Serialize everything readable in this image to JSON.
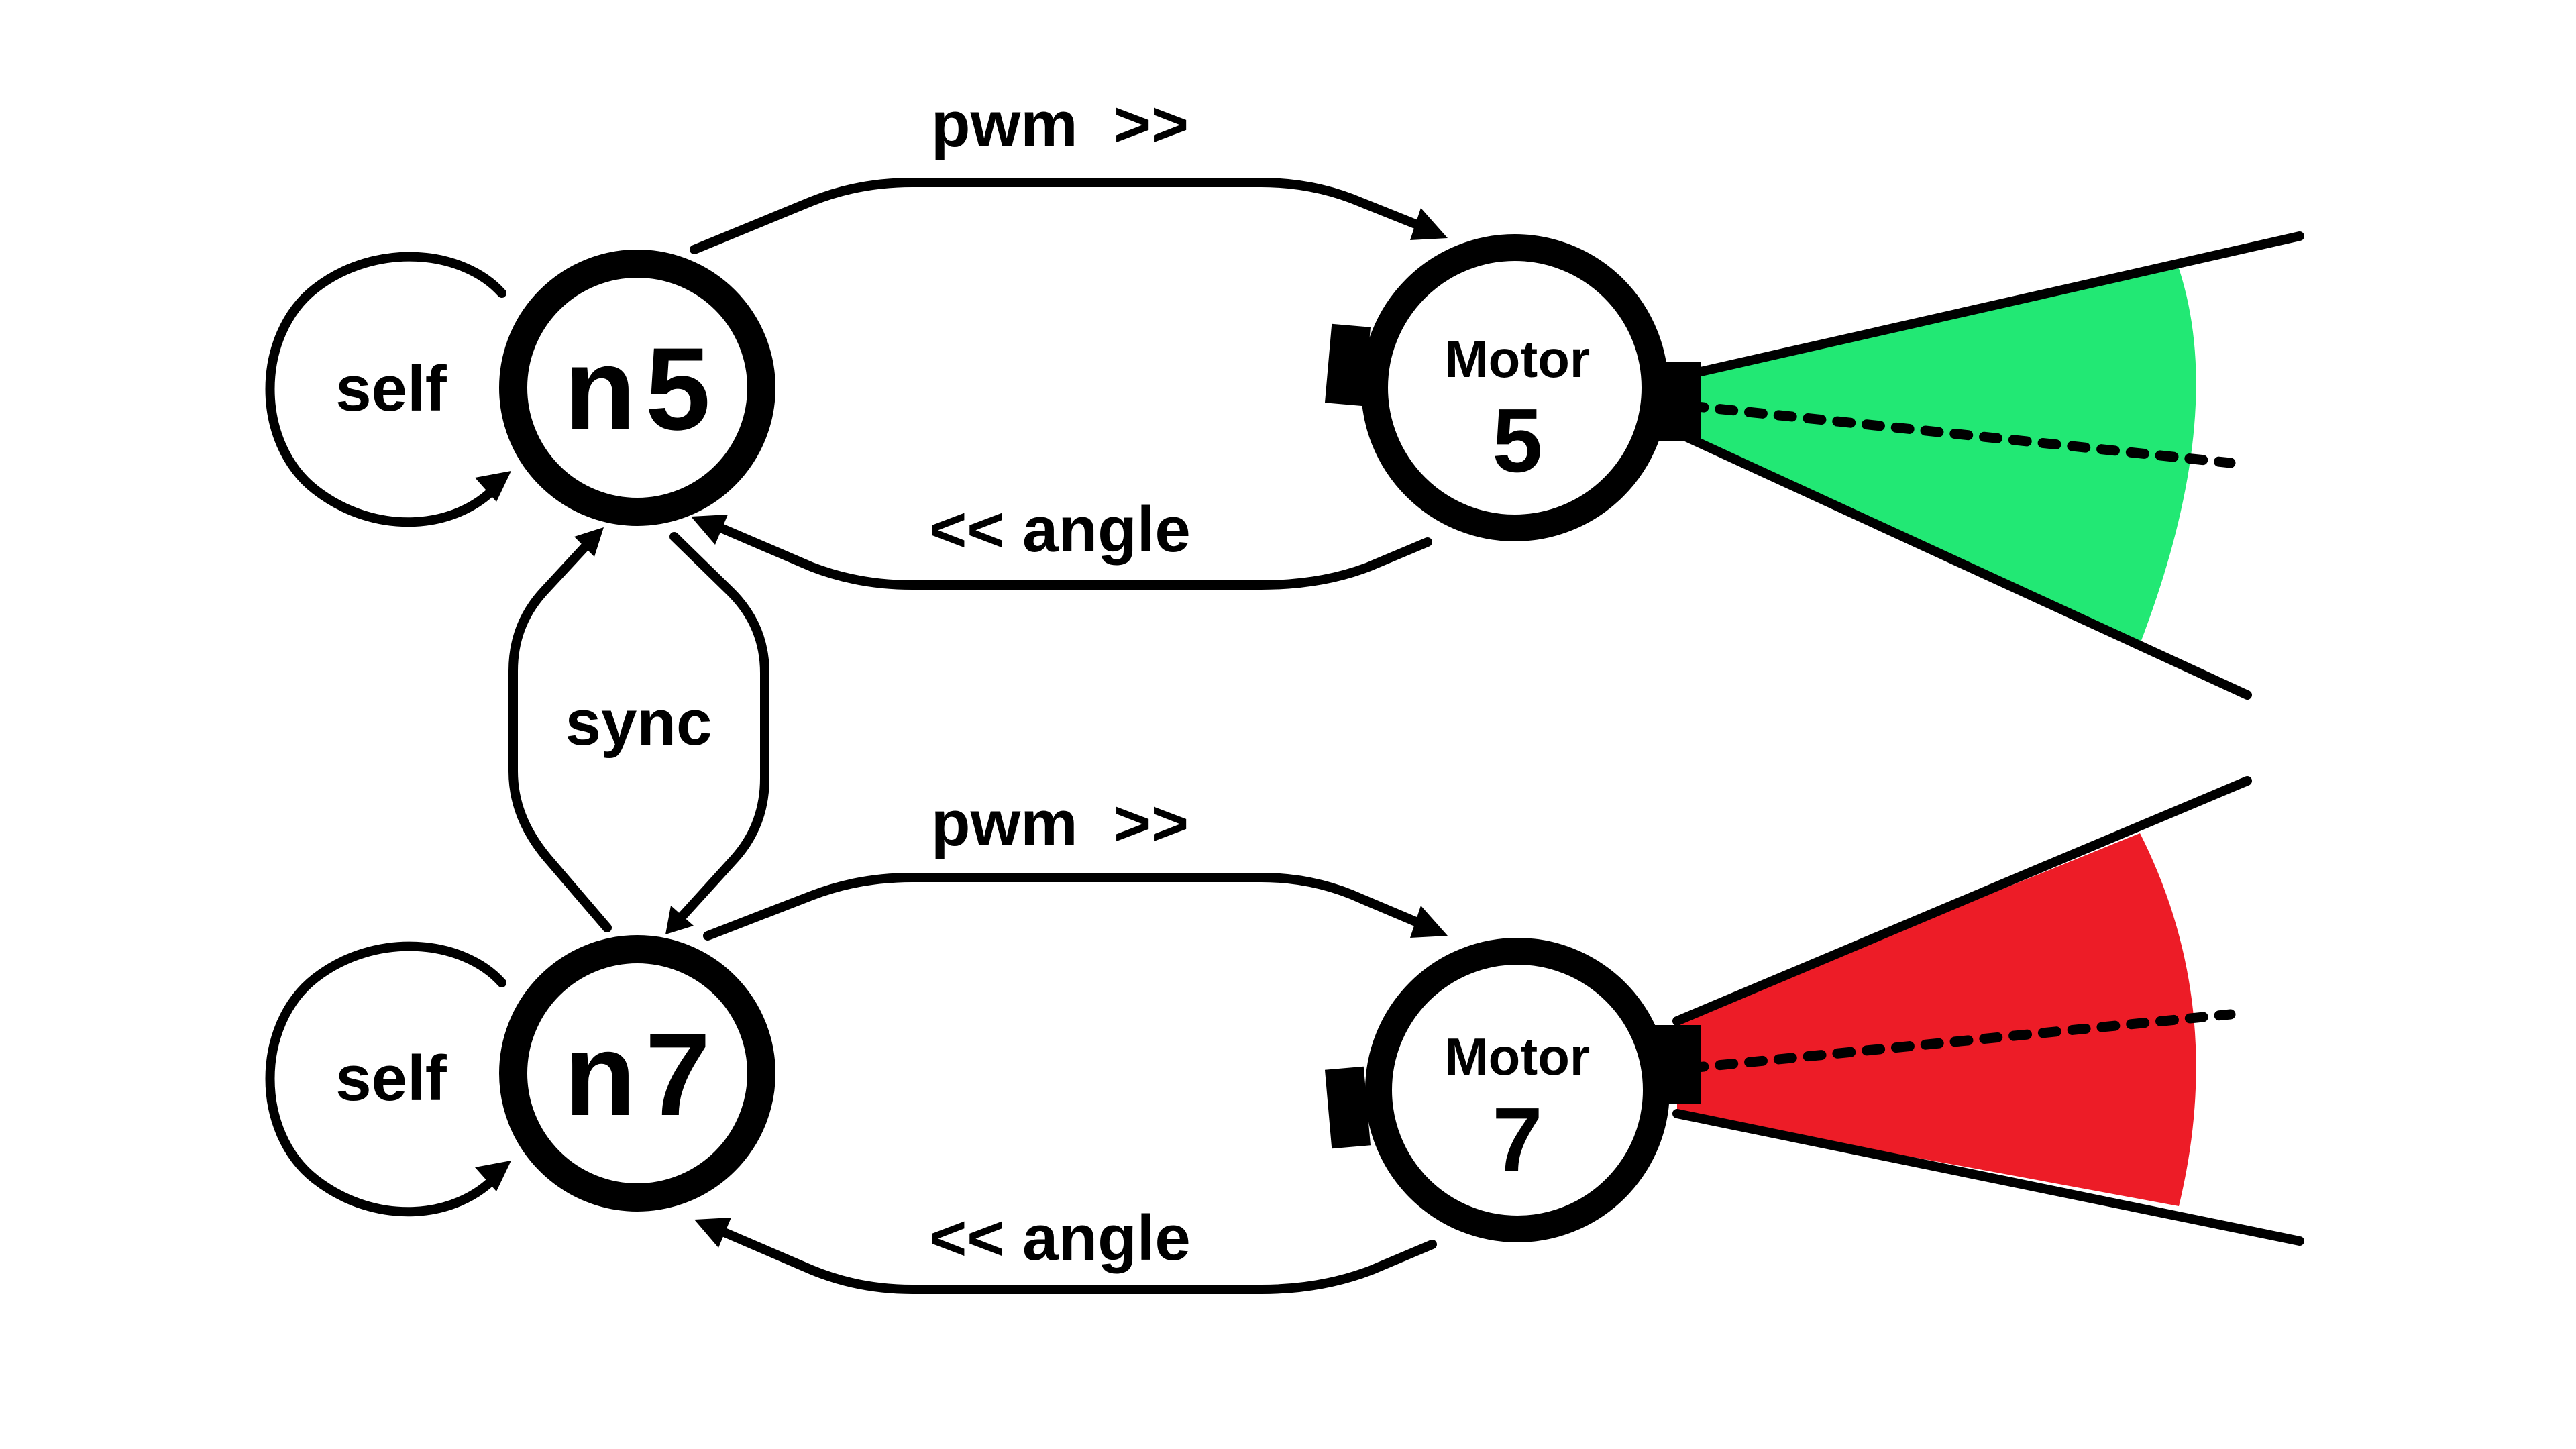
{
  "colors": {
    "ink": "#000000",
    "background": "#ffffff",
    "motor5_sweep": "#22e874",
    "motor7_sweep": "#ed1c27"
  },
  "nodes": {
    "n5": {
      "prefix": "n",
      "number": "5"
    },
    "n7": {
      "prefix": "n",
      "number": "7"
    }
  },
  "self_loops": {
    "n5": "self",
    "n7": "self"
  },
  "sync_label": "sync",
  "motors": {
    "m5": {
      "title": "Motor",
      "number": "5"
    },
    "m7": {
      "title": "Motor",
      "number": "7"
    }
  },
  "edges": {
    "n5_to_motor5": "pwm  >>",
    "motor5_to_n5": "<< angle",
    "n7_to_motor7": "pwm  >>",
    "motor7_to_n7": "<< angle"
  }
}
